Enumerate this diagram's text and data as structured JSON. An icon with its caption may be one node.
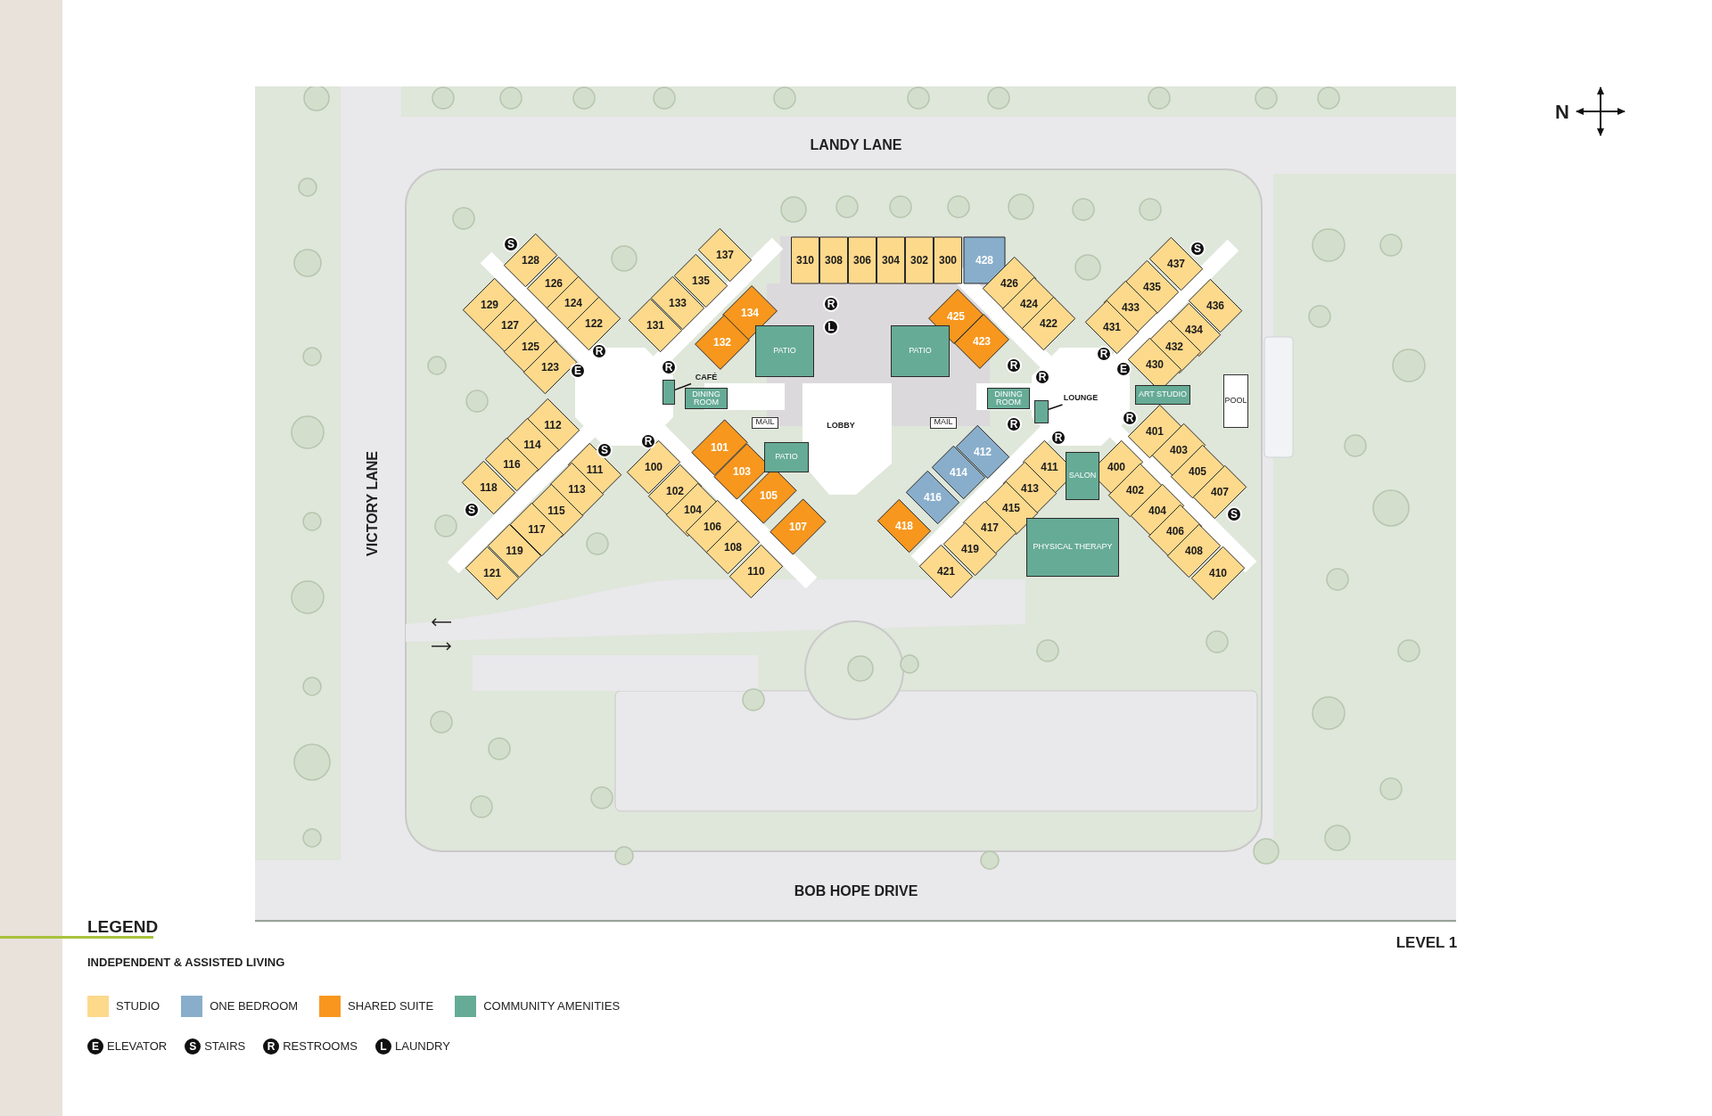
{
  "diagram": {
    "nodes": [
      {
        "text": [
          "128"
        ]
      },
      {
        "text": [
          "126"
        ]
      },
      {
        "text": [
          "124"
        ]
      },
      {
        "text": [
          "122"
        ]
      },
      {
        "text": [
          "129"
        ]
      },
      {
        "text": [
          "127"
        ]
      },
      {
        "text": [
          "125"
        ]
      },
      {
        "text": [
          "123"
        ]
      },
      {
        "text": [
          "137"
        ]
      },
      {
        "text": [
          "135"
        ]
      },
      {
        "text": [
          "133"
        ]
      },
      {
        "text": [
          "131"
        ]
      },
      {
        "text": [
          "134"
        ]
      },
      {
        "text": [
          "132"
        ]
      },
      {
        "text": [
          "310"
        ]
      },
      {
        "text": [
          "308"
        ]
      },
      {
        "text": [
          "306"
        ]
      },
      {
        "text": [
          "304"
        ]
      },
      {
        "text": [
          "302"
        ]
      },
      {
        "text": [
          "300"
        ]
      },
      {
        "text": [
          "428"
        ]
      },
      {
        "text": [
          "426"
        ]
      },
      {
        "text": [
          "424"
        ]
      },
      {
        "text": [
          "422"
        ]
      },
      {
        "text": [
          "425"
        ]
      },
      {
        "text": [
          "423"
        ]
      },
      {
        "text": [
          "437"
        ]
      },
      {
        "text": [
          "435"
        ]
      },
      {
        "text": [
          "433"
        ]
      },
      {
        "text": [
          "431"
        ]
      },
      {
        "text": [
          "436"
        ]
      },
      {
        "text": [
          "434"
        ]
      },
      {
        "text": [
          "432"
        ]
      },
      {
        "text": [
          "430"
        ]
      },
      {
        "text": [
          "PATIO"
        ]
      },
      {
        "text": [
          "PATIO"
        ]
      },
      {
        "text": [
          "CAFÉ"
        ]
      },
      {
        "text": [],
        "shape": "box"
      },
      {
        "text": [
          "DINING ROOM"
        ]
      },
      {
        "text": [
          "DINING ROOM"
        ]
      },
      {
        "text": [
          "LOUNGE"
        ]
      },
      {
        "text": [],
        "shape": "box"
      },
      {
        "text": [
          "ART STUDIO"
        ]
      },
      {
        "text": [
          "POOL"
        ]
      },
      {
        "text": [
          "MAIL"
        ]
      },
      {
        "text": [
          "LOBBY"
        ]
      },
      {
        "text": [
          "MAIL"
        ]
      },
      {
        "text": [
          "PATIO"
        ]
      },
      {
        "text": [
          "112"
        ]
      },
      {
        "text": [
          "114"
        ]
      },
      {
        "text": [
          "116"
        ]
      },
      {
        "text": [
          "118"
        ]
      },
      {
        "text": [
          "111"
        ]
      },
      {
        "text": [
          "113"
        ]
      },
      {
        "text": [
          "115"
        ]
      },
      {
        "text": [
          "117"
        ]
      },
      {
        "text": [
          "119"
        ]
      },
      {
        "text": [
          "121"
        ]
      },
      {
        "text": [
          "100"
        ]
      },
      {
        "text": [
          "102"
        ]
      },
      {
        "text": [
          "104"
        ]
      },
      {
        "text": [
          "106"
        ]
      },
      {
        "text": [
          "108"
        ]
      },
      {
        "text": [
          "110"
        ]
      },
      {
        "text": [
          "101"
        ]
      },
      {
        "text": [
          "103"
        ]
      },
      {
        "text": [
          "105"
        ]
      },
      {
        "text": [
          "107"
        ]
      },
      {
        "text": [
          "412"
        ]
      },
      {
        "text": [
          "414"
        ]
      },
      {
        "text": [
          "416"
        ]
      },
      {
        "text": [
          "418"
        ]
      },
      {
        "text": [
          "411"
        ]
      },
      {
        "text": [
          "413"
        ]
      },
      {
        "text": [
          "415"
        ]
      },
      {
        "text": [
          "417"
        ]
      },
      {
        "text": [
          "419"
        ]
      },
      {
        "text": [
          "421"
        ]
      },
      {
        "text": [
          "SALON"
        ]
      },
      {
        "text": [
          "PHYSICAL THERAPY"
        ]
      },
      {
        "text": [
          "401"
        ]
      },
      {
        "text": [
          "403"
        ]
      },
      {
        "text": [
          "405"
        ]
      },
      {
        "text": [
          "407"
        ]
      },
      {
        "text": [
          "400"
        ]
      },
      {
        "text": [
          "402"
        ]
      },
      {
        "text": [
          "404"
        ]
      },
      {
        "text": [
          "406"
        ]
      },
      {
        "text": [
          "408"
        ]
      },
      {
        "text": [
          "410"
        ]
      }
    ],
    "edges": [
      {
        "from": 36,
        "to": 37,
        "arrow": "none"
      },
      {
        "from": 40,
        "to": 41,
        "arrow": "none"
      }
    ],
    "labels": [
      "LANDY LANE",
      "VICTORY LANE",
      "BOB HOPE DRIVE",
      "LEVEL 1",
      "N",
      "S",
      "S",
      "R",
      "L",
      "R",
      "R",
      "R",
      "R",
      "E",
      "E",
      "R",
      "R",
      "R",
      "R",
      "R",
      "S",
      "S",
      "S",
      "LEGEND",
      "INDEPENDENT & ASSISTED LIVING",
      "E",
      "S",
      "R",
      "L"
    ],
    "legend": [
      {
        "text": "STUDIO",
        "color": "#fdd98c"
      },
      {
        "text": "ONE BEDROOM",
        "color": "#89aecb"
      },
      {
        "text": "SHARED SUITE",
        "color": "#f7971e"
      },
      {
        "text": "COMMUNITY AMENITIES",
        "color": "#66ab96"
      },
      {
        "text": "ELEVATOR"
      },
      {
        "text": "STAIRS"
      },
      {
        "text": "RESTROOMS"
      },
      {
        "text": "LAUNDRY"
      }
    ]
  }
}
